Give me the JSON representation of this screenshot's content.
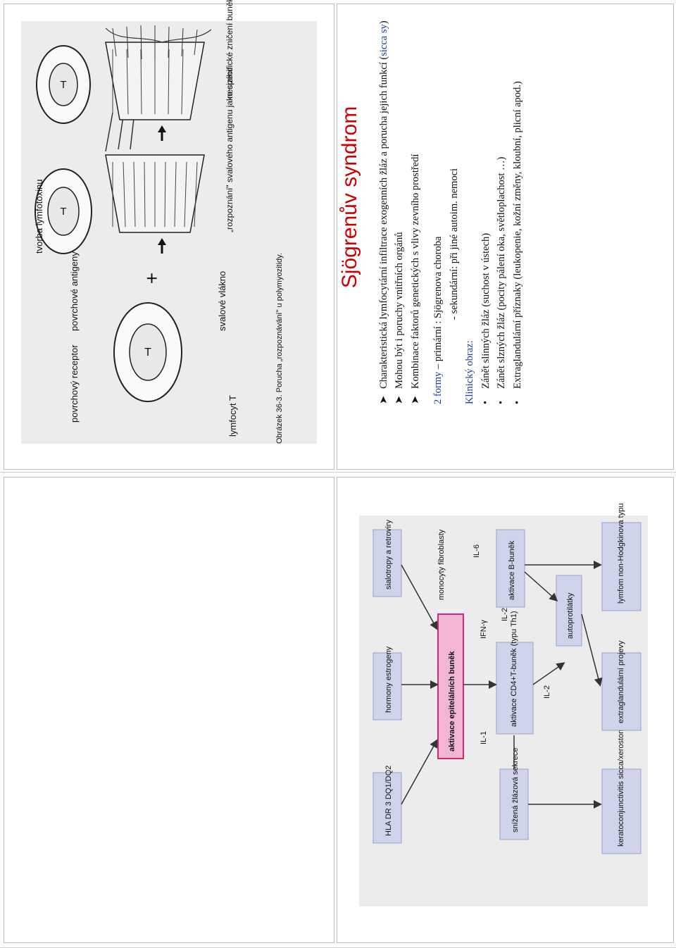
{
  "slide1": {
    "title": "Sjögrenův syndrom",
    "bullets": [
      {
        "pre": "Charakteristická lymfocytární infiltrace exogenních žláz a porucha jejich funkcí (",
        "hl": "sicca sy",
        "post": ")"
      },
      {
        "pre": "Mohou být i poruchy vnitřních orgánů",
        "hl": "",
        "post": ""
      },
      {
        "pre": "Kombinace faktorů genetických s vlivy zevního prostředí",
        "hl": "",
        "post": ""
      }
    ],
    "forms_label": "2 formy",
    "forms_primary": " – primární : Sjögrenova choroba",
    "forms_secondary": "- sekundární: při jiné autoim. nemoci",
    "clinical_label": "Klinický obraz:",
    "clinical": [
      "Zánět slinných žláz (suchost v ústech)",
      "Zánět slzných žláz (pocity pálení oka, světloplachost …)",
      "Extraglandulární příznaky (leukopenie, kožní změny, kloubní, plicní apod.)"
    ]
  },
  "figure": {
    "lymphocyte_label": "lymfocyt T",
    "receptor_label": "povrchový receptor",
    "antigen_label": "povrchové antigeny",
    "muscle_label": "svalové vlákno",
    "plus": "+",
    "lymphotoxin_label": "tvorba lymfotoxinu",
    "recognition_label": "„rozpoznání\" svalového antigenu jako cizího",
    "destruction_label": "nespecifické zničení buněk",
    "cell_letter": "T",
    "caption": "Obrázek 36-3. Porucha „rozpoznávání\" u polymyozitidy."
  },
  "flow": {
    "hla": "HLA DR 3 DQ1/DQ2",
    "hormones": "hormony estrogeny",
    "sialotropy": "sialotropy a retroviry",
    "central": "aktivace epitelálních buněk",
    "secretion": "snížená žlázová sekrece",
    "cd4": "aktivace CD4+T-buněk (typu Th1)",
    "monocytes": "monocyty fibroblasty",
    "bcells": "aktivace B-buněk",
    "autoantibodies": "autoprotilátky",
    "kerato": "keratoconjunctivitis sicca/xerostomie",
    "extragland": "extraglandulární projevy",
    "lymphoma": "lymfom non-Hodgkinova typu",
    "il1": "IL-1",
    "ifn": "IFN-γ",
    "il2a": "IL-2",
    "il2b": "IL-2",
    "il6": "IL-6",
    "colors": {
      "central": "#f3b6d2",
      "central_border": "#d4267a",
      "box": "#cfd4ea",
      "box_border": "#9aa0c8",
      "scan_bg": "#e9e9e9"
    }
  }
}
